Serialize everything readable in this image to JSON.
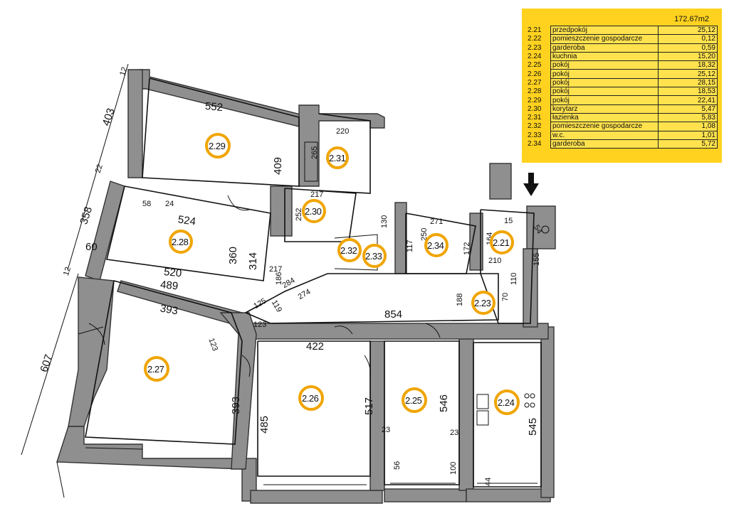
{
  "legend": {
    "total": "172.67m2",
    "rows": [
      {
        "num": "2.21",
        "name": "przedpokój",
        "area": "25,12"
      },
      {
        "num": "2.22",
        "name": "pomieszczenie gospodarcze",
        "area": "0,12"
      },
      {
        "num": "2.23",
        "name": "garderoba",
        "area": "0,59"
      },
      {
        "num": "2.24",
        "name": "kuchnia",
        "area": "15,20"
      },
      {
        "num": "2.25",
        "name": "pokój",
        "area": "18,32"
      },
      {
        "num": "2.26",
        "name": "pokój",
        "area": "25,12"
      },
      {
        "num": "2.27",
        "name": "pokój",
        "area": "28,15"
      },
      {
        "num": "2.28",
        "name": "pokój",
        "area": "18,53"
      },
      {
        "num": "2.29",
        "name": "pokój",
        "area": "22,41"
      },
      {
        "num": "2.30",
        "name": "korytarz",
        "area": "5,47"
      },
      {
        "num": "2.31",
        "name": "łazienka",
        "area": "5,83"
      },
      {
        "num": "2.32",
        "name": "pomieszczenie gospodarcze",
        "area": "1,08"
      },
      {
        "num": "2.33",
        "name": "w.c.",
        "area": "1,01"
      },
      {
        "num": "2.34",
        "name": "garderoba",
        "area": "5,72"
      }
    ]
  },
  "rooms": {
    "r229": "2.29",
    "r231": "2.31",
    "r230": "2.30",
    "r228": "2.28",
    "r232": "2.32",
    "r233": "2.33",
    "r234": "2.34",
    "r221": "2.21",
    "r223": "2.23",
    "r227": "2.27",
    "r226": "2.26",
    "r225": "2.25",
    "r224": "2.24"
  },
  "dims": {
    "d552": "552",
    "d409": "409",
    "d403": "403",
    "d12a": "12",
    "d22": "22",
    "d358": "358",
    "d12b": "12",
    "d60": "60",
    "d607": "607",
    "d58": "58",
    "d24": "24",
    "d524": "524",
    "d360": "360",
    "d314": "314",
    "d520": "520",
    "d489": "489",
    "d393a": "393",
    "d123a": "123",
    "d393b": "393",
    "d422": "422",
    "d485": "485",
    "d517": "517",
    "d546": "546",
    "d545": "545",
    "d23a": "23",
    "d23b": "23",
    "d56": "56",
    "d100": "100",
    "d44": "44",
    "d220": "220",
    "d265": "265",
    "d217a": "217",
    "d252": "252",
    "d217b": "217",
    "d186": "186",
    "d284": "284",
    "d274": "274",
    "d125": "125",
    "d119": "119",
    "d123b": "123",
    "d854": "854",
    "d188": "188",
    "d250": "250",
    "d271": "271",
    "d172": "172",
    "d164": "164",
    "d15": "15",
    "d54": "54",
    "d210": "210",
    "d155": "155",
    "d130": "130",
    "d117": "117",
    "d70": "70",
    "d110": "110"
  },
  "entrance_arrow": "arrow-down-icon"
}
